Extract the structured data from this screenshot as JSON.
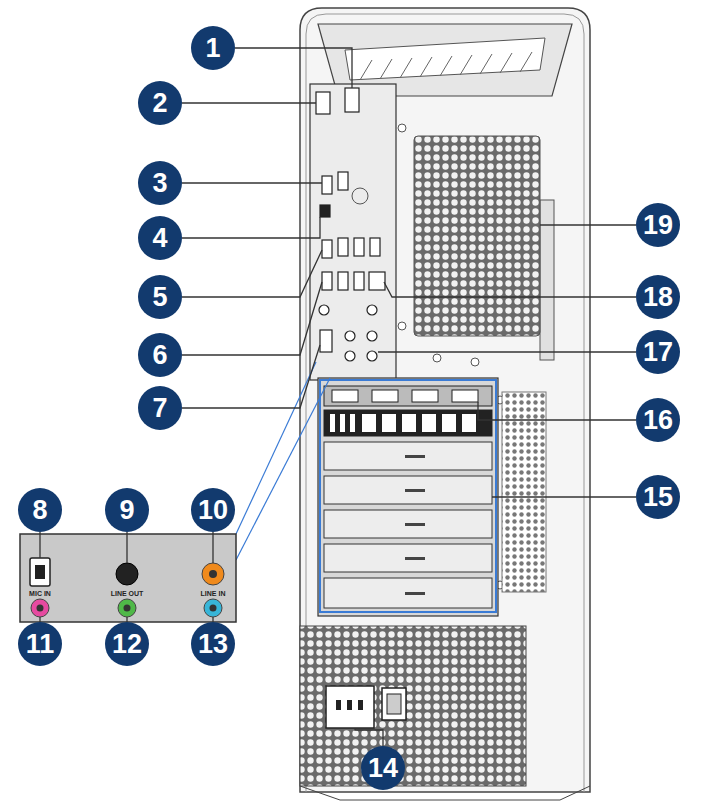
{
  "diagram": {
    "labels": [
      "1",
      "2",
      "3",
      "4",
      "5",
      "6",
      "7",
      "8",
      "9",
      "10",
      "MIC IN",
      "LINE OUT",
      "LINE IN",
      "11",
      "12",
      "13",
      "14",
      "15",
      "16",
      "17",
      "18",
      "19"
    ]
  }
}
